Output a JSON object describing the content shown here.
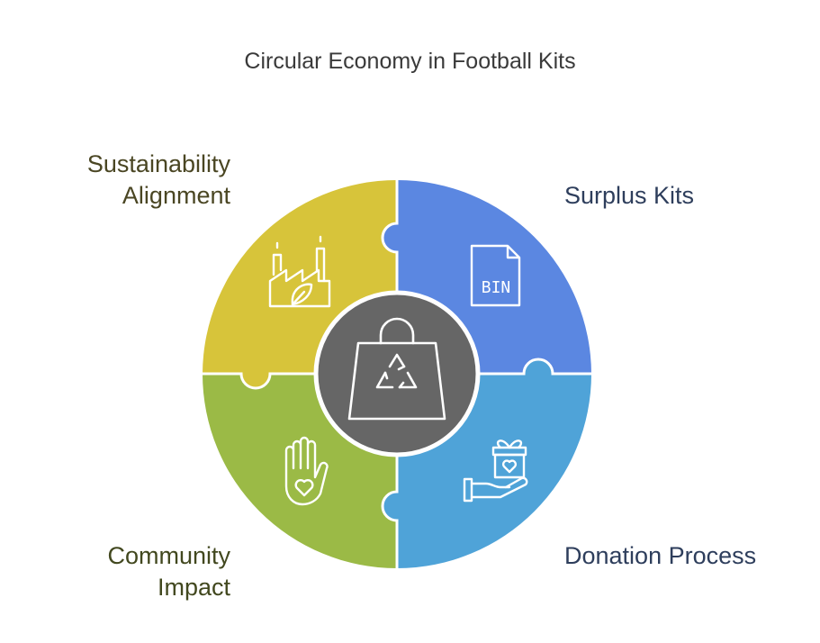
{
  "title": "Circular Economy in Football Kits",
  "segments": [
    {
      "id": "sustainability",
      "label_lines": [
        "Sustainability",
        "Alignment"
      ],
      "color": "#D7C43A",
      "label_color": "#4A4623",
      "icon": "factory-leaf-icon"
    },
    {
      "id": "surplus",
      "label_lines": [
        "Surplus Kits"
      ],
      "color": "#5B87E1",
      "label_color": "#2E3E5C",
      "icon": "bin-file-icon"
    },
    {
      "id": "community",
      "label_lines": [
        "Community",
        "Impact"
      ],
      "color": "#9BBA46",
      "label_color": "#42481F",
      "icon": "hand-heart-icon"
    },
    {
      "id": "donation",
      "label_lines": [
        "Donation Process"
      ],
      "color": "#4FA3D8",
      "label_color": "#2E3E5C",
      "icon": "gift-hand-icon"
    }
  ],
  "center": {
    "color": "#666666",
    "icon": "recycle-bag-icon"
  },
  "icons": {
    "bin_text": "BIN"
  }
}
